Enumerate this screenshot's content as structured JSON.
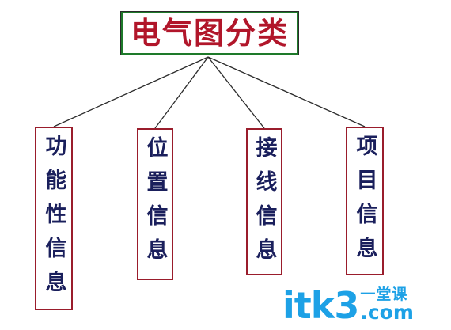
{
  "diagram": {
    "root": {
      "label": "电气图分类"
    },
    "children": [
      {
        "label": "功能性信息"
      },
      {
        "label": "位置信息"
      },
      {
        "label": "接线信息"
      },
      {
        "label": "项目信息"
      }
    ],
    "colors": {
      "root_text": "#b1162a",
      "root_border": "#1e7a2a",
      "child_text": "#1a1f5c",
      "child_border": "#9a1d2c",
      "connector": "#2b2b2b"
    }
  },
  "watermark": {
    "main": "itk3",
    "cn": "一堂课",
    "suffix": ".com",
    "color": "#1da1e6"
  }
}
